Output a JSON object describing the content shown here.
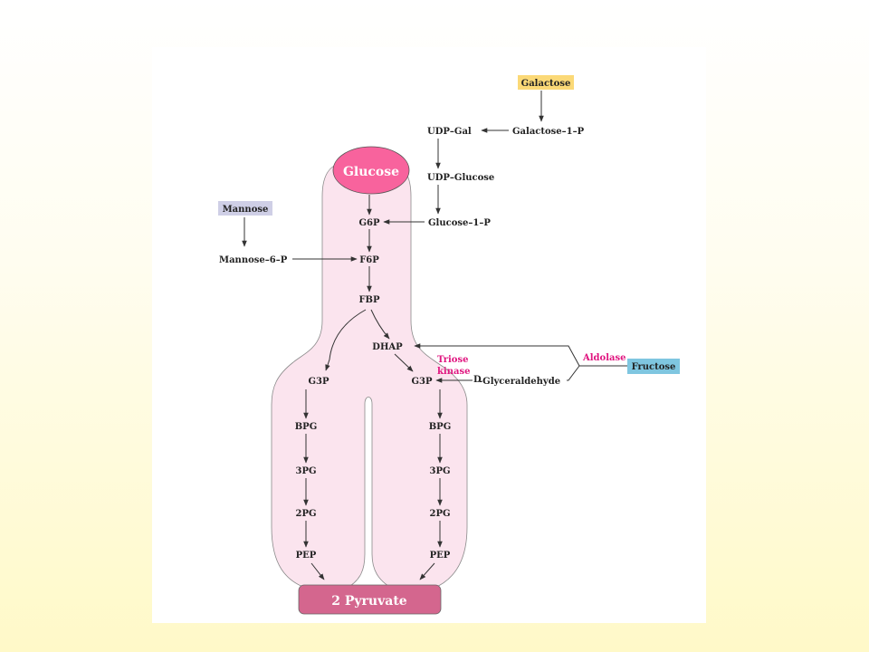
{
  "metabolites": {
    "glucose": "Glucose",
    "g6p": "G6P",
    "f6p": "F6P",
    "fbp": "FBP",
    "dhap": "DHAP",
    "g3p_left": "G3P",
    "g3p_right": "G3P",
    "bpg_left": "BPG",
    "bpg_right": "BPG",
    "pg3_left": "3PG",
    "pg3_right": "3PG",
    "pg2_left": "2PG",
    "pg2_right": "2PG",
    "pep_left": "PEP",
    "pep_right": "PEP",
    "pyruvate": "2 Pyruvate",
    "galactose": "Galactose",
    "galactose_1p": "Galactose–1–P",
    "udp_gal": "UDP–Gal",
    "udp_glucose": "UDP–Glucose",
    "glucose_1p": "Glucose–1–P",
    "mannose": "Mannose",
    "mannose_6p": "Mannose–6–P",
    "fructose": "Fructose",
    "d_prefix": "D",
    "glyceraldehyde": "-Glyceraldehyde"
  },
  "enzymes": {
    "triose_kinase_line1": "Triose",
    "triose_kinase_line2": "kinase",
    "aldolase": "Aldolase"
  },
  "colors": {
    "pathway_fill": "#fbe4ee",
    "glucose_node": "#f8639d",
    "pyruvate_node": "#d4668e",
    "galactose_box": "#fbd977",
    "mannose_box": "#cfcfe6",
    "fructose_box": "#7fc6e0",
    "enzyme_text": "#e0157f"
  }
}
